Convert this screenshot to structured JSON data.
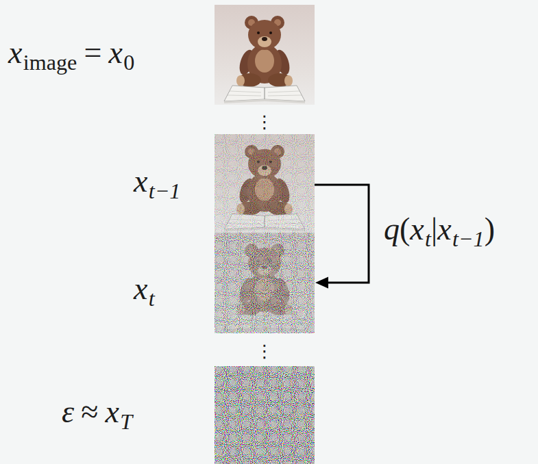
{
  "diagram": {
    "labels": [
      "x",
      "image",
      "=",
      "x",
      "0",
      "⋮",
      "x",
      "t−1",
      "x",
      "t",
      "q",
      "(",
      "x",
      "t",
      "|",
      "x",
      "t−1",
      ")",
      "⋮",
      "ε",
      "≈",
      "x",
      "T"
    ]
  }
}
